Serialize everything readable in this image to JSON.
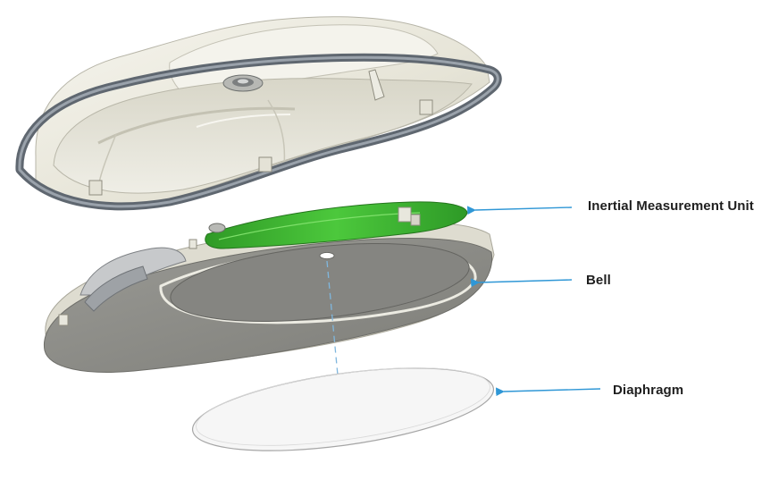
{
  "labels": {
    "imu": "Inertial Measurement Unit",
    "bell": "Bell",
    "diaphragm": "Diaphragm"
  },
  "colors": {
    "shell_body": "#ecebe0",
    "shell_shadow": "#c9c7b8",
    "gasket": "#6e7680",
    "bell_face": "#8d8d88",
    "bell_rim": "#e9e8df",
    "pcb_green": "#3bb52e",
    "pointer_blue": "#2f97d6",
    "diaphragm_edge": "#a9a9a9"
  },
  "icons": {
    "pointer": "arrow-left-icon"
  }
}
